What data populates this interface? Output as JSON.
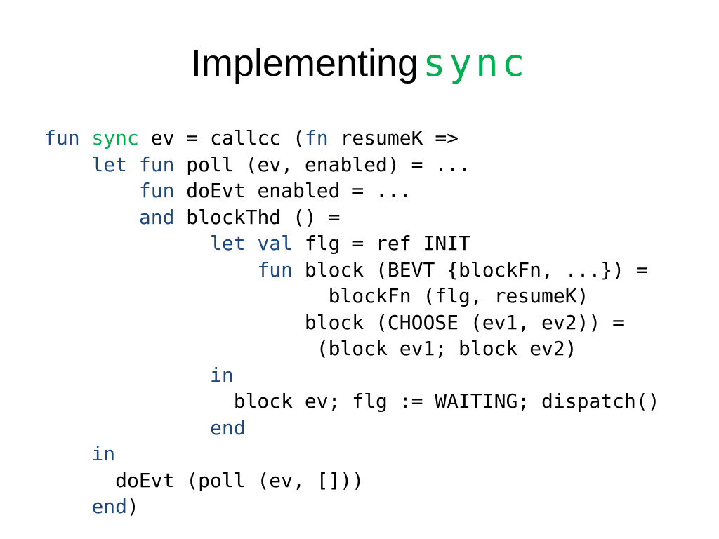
{
  "title": {
    "text_plain": "Implementing",
    "text_accent": "sync"
  },
  "colors": {
    "background": "#FFFFFF",
    "text": "#000000",
    "keyword": "#1F497D",
    "accent": "#00B050"
  },
  "code_lines": [
    [
      {
        "s": "fun",
        "k": "kw"
      },
      {
        "s": " "
      },
      {
        "s": "sync",
        "k": "accent"
      },
      {
        "s": " ev = callcc ("
      },
      {
        "s": "fn",
        "k": "kw"
      },
      {
        "s": " resumeK =>"
      }
    ],
    [
      {
        "s": "    "
      },
      {
        "s": "let",
        "k": "kw"
      },
      {
        "s": " "
      },
      {
        "s": "fun",
        "k": "kw"
      },
      {
        "s": " poll (ev, enabled) = ..."
      }
    ],
    [
      {
        "s": "        "
      },
      {
        "s": "fun",
        "k": "kw"
      },
      {
        "s": " doEvt enabled = ..."
      }
    ],
    [
      {
        "s": "        "
      },
      {
        "s": "and",
        "k": "kw"
      },
      {
        "s": " blockThd () ="
      }
    ],
    [
      {
        "s": "              "
      },
      {
        "s": "let",
        "k": "kw"
      },
      {
        "s": " "
      },
      {
        "s": "val",
        "k": "kw"
      },
      {
        "s": " flg = ref INIT"
      }
    ],
    [
      {
        "s": "                  "
      },
      {
        "s": "fun",
        "k": "kw"
      },
      {
        "s": " block (BEVT {blockFn, ...}) ="
      }
    ],
    [
      {
        "s": "                        blockFn (flg, resumeK)"
      }
    ],
    [
      {
        "s": "                      block (CHOOSE (ev1, ev2)) ="
      }
    ],
    [
      {
        "s": "                       (block ev1; block ev2)"
      }
    ],
    [
      {
        "s": "              "
      },
      {
        "s": "in",
        "k": "kw"
      }
    ],
    [
      {
        "s": "                block ev; flg := WAITING; dispatch()"
      }
    ],
    [
      {
        "s": "              "
      },
      {
        "s": "end",
        "k": "kw"
      }
    ],
    [
      {
        "s": "    "
      },
      {
        "s": "in",
        "k": "kw"
      }
    ],
    [
      {
        "s": "      doEvt (poll (ev, []))"
      }
    ],
    [
      {
        "s": "    "
      },
      {
        "s": "end",
        "k": "kw"
      },
      {
        "s": ")"
      }
    ]
  ]
}
